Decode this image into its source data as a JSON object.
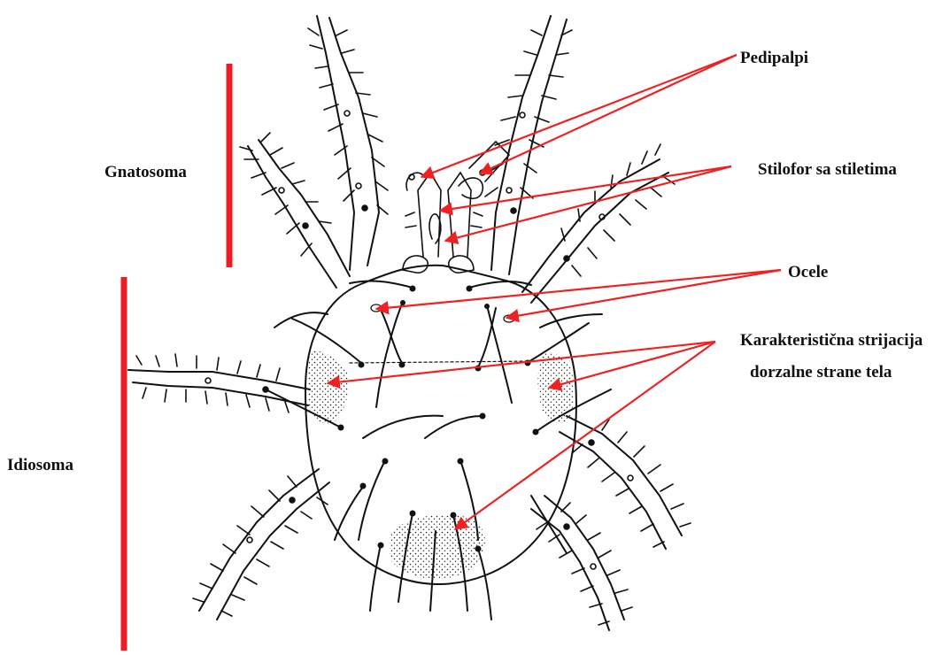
{
  "labels": {
    "gnatosoma": "Gnatosoma",
    "idiosoma": "Idiosoma",
    "pedipalpi": "Pedipalpi",
    "stilofor": "Stilofor sa stiletima",
    "ocele": "Ocele",
    "striation_line1": "Karakteristična strijacija",
    "striation_line2": "dorzalne strane tela"
  },
  "colors": {
    "bracket": "#ee1c24",
    "arrow": "#ee2222",
    "drawing": "#111111",
    "background": "#ffffff"
  }
}
